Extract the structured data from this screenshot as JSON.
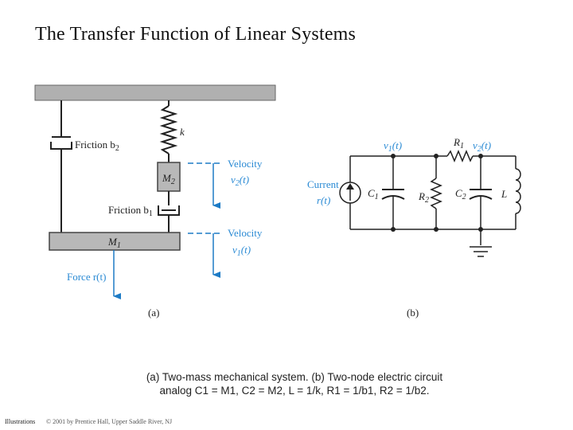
{
  "slide": {
    "title": "The Transfer Function of Linear Systems",
    "caption_line1": "(a) Two-mass mechanical system. (b) Two-node electric circuit",
    "caption_line2": "analog C1 = M1, C2 = M2, L = 1/k, R1 = 1/b1, R2 = 1/b2.",
    "footer_left": "Illustrations",
    "footer_right": "© 2001 by Prentice Hall, Upper Saddle River, NJ"
  },
  "mech": {
    "friction_b2": "Friction b",
    "friction_b2_sub": "2",
    "spring_k": "k",
    "mass2": "M",
    "mass2_sub": "2",
    "velocity_label": "Velocity",
    "v2": "v",
    "v2_sub": "2",
    "v2_t": "(t)",
    "friction_b1": "Friction b",
    "friction_b1_sub": "1",
    "mass1": "M",
    "mass1_sub": "1",
    "velocity_label_1": "Velocity",
    "v1": "v",
    "v1_sub": "1",
    "v1_t": "(t)",
    "force_label": "Force r(t)",
    "panel_label": "(a)"
  },
  "circuit": {
    "v1_node": "v",
    "v1_node_sub": "1",
    "v1_node_t": "(t)",
    "r1": "R",
    "r1_sub": "1",
    "v2_node": "v",
    "v2_node_sub": "2",
    "v2_node_t": "(t)",
    "current_label": "Current",
    "current_r": "r(t)",
    "c1": "C",
    "c1_sub": "1",
    "r2": "R",
    "r2_sub": "2",
    "c2": "C",
    "c2_sub": "2",
    "l": "L",
    "panel_label": "(b)"
  },
  "colors": {
    "accent_blue": "#2a8ad4",
    "mass_gray": "#b8b8b8"
  }
}
